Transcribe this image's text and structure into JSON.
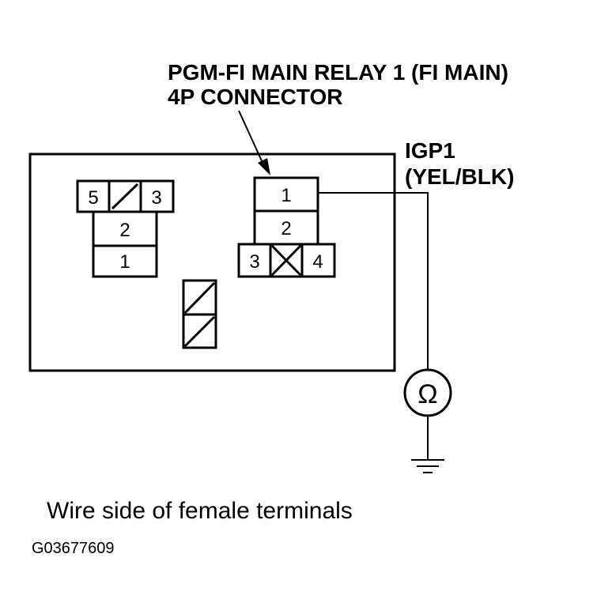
{
  "title_line1": "PGM-FI MAIN RELAY 1 (FI MAIN)",
  "title_line2": "4P CONNECTOR",
  "wire_label_line1": "IGP1",
  "wire_label_line2": "(YEL/BLK)",
  "caption": "Wire side of female terminals",
  "figure_id": "G03677609",
  "meter_symbol": "Ω",
  "left_connector": {
    "top_left": "5",
    "top_right": "3",
    "middle": "2",
    "bottom": "1"
  },
  "relay_connector": {
    "top": "1",
    "middle": "2",
    "bottom_left": "3",
    "bottom_right": "4"
  }
}
